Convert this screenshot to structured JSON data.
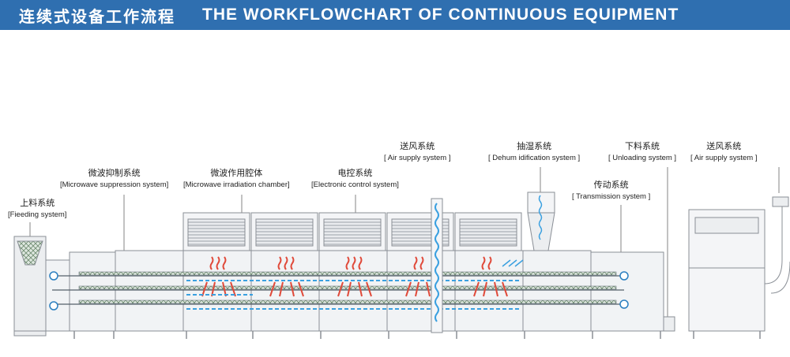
{
  "header": {
    "title_zh": "连续式设备工作流程",
    "title_en": "THE WORKFLOWCHART OF CONTINUOUS EQUIPMENT",
    "background": "#2f6fb0"
  },
  "labels": {
    "feeding": {
      "zh": "上料系统",
      "en": "[Fieeding  system]"
    },
    "suppression": {
      "zh": "微波抑制系统",
      "en": "[Microwave suppression system]"
    },
    "irradiation": {
      "zh": "微波作用腔体",
      "en": "[Microwave irradiation chamber]"
    },
    "electronic": {
      "zh": "电控系统",
      "en": "[Electronic control system]"
    },
    "airsupply1": {
      "zh": "送风系统",
      "en": "[ Air  supply  system ]"
    },
    "dehum": {
      "zh": "抽湿系统",
      "en": "[ Dehum idification system ]"
    },
    "unloading": {
      "zh": "下料系统",
      "en": "[ Unloading system ]"
    },
    "transmission": {
      "zh": "传动系统",
      "en": "[ Transmission  system ]"
    },
    "airsupply2": {
      "zh": "送风系统",
      "en": "[ Air supply system ]"
    }
  },
  "colors": {
    "machine_fill": "#eceef0",
    "machine_stroke": "#8a8f96",
    "microwave": "#e04a3a",
    "air": "#3aa0e0"
  }
}
